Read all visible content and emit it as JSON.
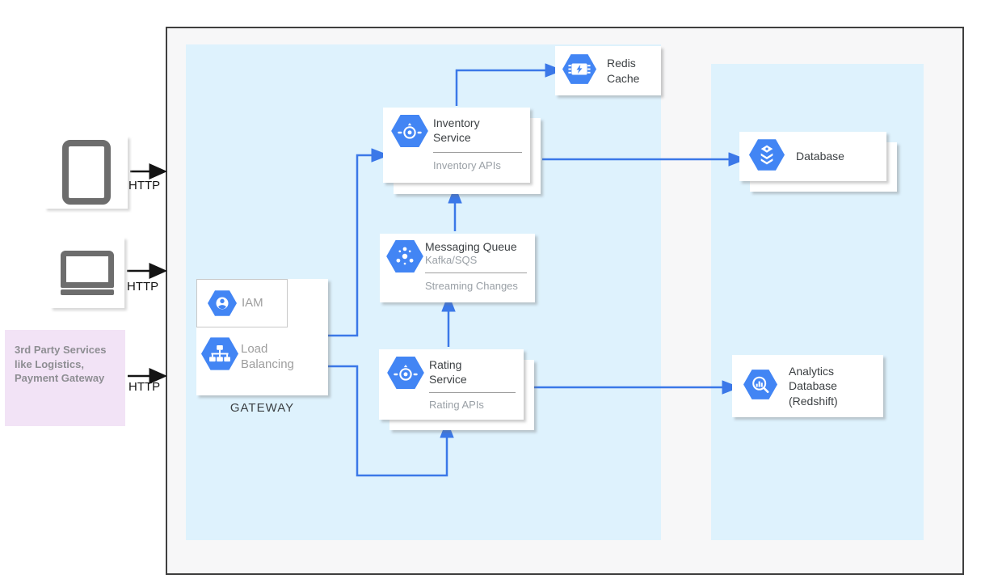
{
  "diagram": {
    "clients": {
      "third_party": {
        "text": "3rd Party Services like Logistics, Payment Gateway"
      }
    },
    "arrows": [
      {
        "label": "HTTP"
      },
      {
        "label": "HTTP"
      },
      {
        "label": "HTTP"
      }
    ],
    "gateway": {
      "iam_label": "IAM",
      "load_balancing_label": "Load Balancing",
      "caption": "GATEWAY"
    },
    "nodes": {
      "inventory": {
        "title": "Inventory Service",
        "subtitle": "Inventory APIs"
      },
      "messaging": {
        "title": "Messaging Queue",
        "tech": "Kafka/SQS",
        "subtitle": "Streaming Changes"
      },
      "rating": {
        "title": "Rating Service",
        "subtitle": "Rating APIs"
      },
      "redis": {
        "title": "Redis Cache"
      },
      "database": {
        "title": "Database"
      },
      "analytics": {
        "title": "Analytics Database (Redshift)"
      }
    },
    "colors": {
      "connector_blue": "#3b78e8",
      "icon_blue": "#4285f4",
      "zone_blue": "#def2fd",
      "third_party_bg": "#f2e3f6",
      "frame_bg": "#f7f7f8",
      "frame_border": "#3f3f3f",
      "title_text": "#3c4043",
      "subtitle_text": "#9aa0a6"
    }
  }
}
